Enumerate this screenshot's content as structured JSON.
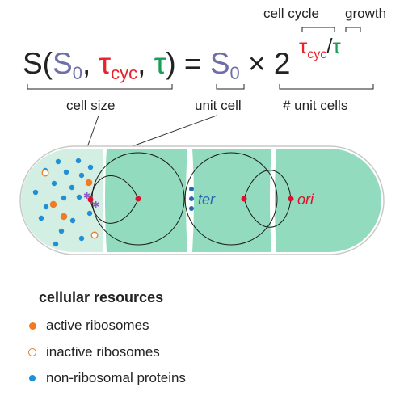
{
  "equation": {
    "lhs_S": "S(",
    "S0_S": "S",
    "S0_sub": "0",
    "comma1": ", ",
    "tau_cyc": "τ",
    "tau_cyc_sub": "cyc",
    "comma2": ", ",
    "tau": "τ",
    "rparen_eq": ") = ",
    "rhs_S": "S",
    "rhs_sub": "0",
    "times": " × ",
    "base": "2",
    "exp_tau_cyc": "τ",
    "exp_tau_cyc_sub": "cyc",
    "exp_slash": "/",
    "exp_tau": "τ"
  },
  "labels": {
    "cell_cycle": "cell cycle",
    "growth": "growth",
    "cell_size": "cell size",
    "unit_cell": "unit cell",
    "num_unit_cells": "# unit cells",
    "ter": "ter",
    "ori": "ori"
  },
  "legend": {
    "title": "cellular resources",
    "items": [
      {
        "label": "active ribosomes",
        "marker": "filled-orange-circle"
      },
      {
        "label": "inactive ribosomes",
        "marker": "hollow-orange-circle"
      },
      {
        "label": "non-ribosomal proteins",
        "marker": "filled-blue-circle"
      }
    ]
  },
  "colors": {
    "S0_color": "#6f6fa8",
    "tau_cyc_color": "#e8212b",
    "tau_color": "#1a9d57",
    "cell_fill": "#93dbbe",
    "cell_light": "#d3eee2",
    "ribosome": "#f07b22",
    "protein": "#1f8fd6",
    "marker_red": "#e0102b",
    "ter_color": "#2a66b5",
    "ori_color": "#e0102b",
    "star_color": "#8e5bc6"
  }
}
